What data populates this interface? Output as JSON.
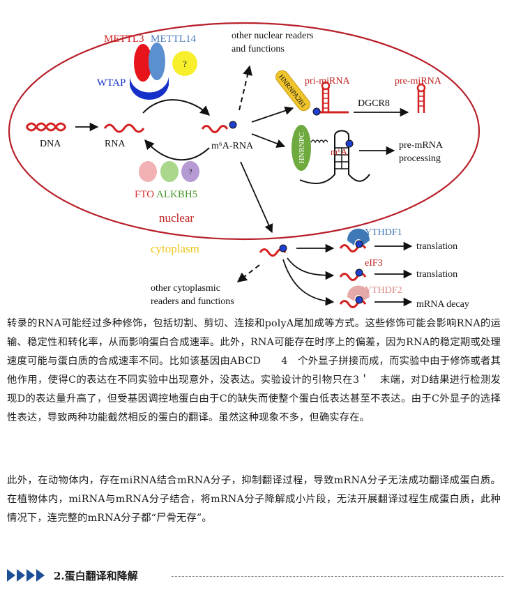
{
  "figure": {
    "labels": {
      "mettl3": "METTL3",
      "mettl14": "METTL14",
      "unknown_writer": "?",
      "wtap": "WTAP",
      "dna": "DNA",
      "rna": "RNA",
      "m6a_rna": "m⁶A-RNA",
      "fto": "FTO",
      "alkbh5": "ALKBH5",
      "unknown_eraser": "?",
      "nuclear": "nuclear",
      "other_nuclear": [
        "other nuclear readers",
        "and functions"
      ],
      "hnrnpa2b1": "HNRNPA2B1",
      "pri_mirna": "pri-miRNA",
      "dgcr8": "DGCR8",
      "pre_mirna": "pre-miRNA",
      "hnrnpc": "HNRNPC",
      "m6a": "m⁶A",
      "pre_mrna": [
        "pre-mRNA",
        "processing"
      ],
      "cytoplasm": "cytoplasm",
      "other_cyto": [
        "other cytoplasmic",
        "readers and functions"
      ],
      "ythdf1": "YTHDF1",
      "translation_1": "translation",
      "eif3": "eIF3",
      "translation_2": "translation",
      "ythdf2": "YTHDF2",
      "mrna_decay": "mRNA decay"
    },
    "colors": {
      "ellipse": "#b8202a",
      "rna_strand": "#d42020",
      "m6a_dot": "#1f3fcf",
      "mettl3": "#e8141c",
      "mettl14": "#5b8fd0",
      "wtap": "#1530c8",
      "unknown_writer": "#f7ef2c",
      "fto": "#f2b1b5",
      "alkbh5": "#a9d78b",
      "unknown_eraser": "#b59ad3",
      "hnrnpa2b1": "#f0c42c",
      "hnrnpc": "#6eaa3f",
      "cytoplasm_label": "#f0c419",
      "ythdf1": "#3f78b6",
      "ythdf2": "#e6a9a9"
    }
  },
  "paragraph1": "转录的RNA可能经过多种修饰，包括切割、剪切、连接和polyA尾加成等方式。这些修饰可能会影响RNA的运输、稳定性和转化率，从而影响蛋白合成速率。此外，RNA可能存在时序上的偏差，因为RNA的稳定期或处理速度可能与蛋白质的合成速率不同。比如该基因由ABCD　　4　个外显子拼接而成，而实验中由于修饰或者其他作用，使得C的表达在不同实验中出现意外，没表达。实验设计的引物只在3＇　末端，对D结果进行检测发现D的表达量升高了，但受基因调控地蛋白由于C的缺失而使整个蛋白低表达甚至不表达。由于C外显子的选择性表达，导致两种功能截然相反的蛋白的翻译。虽然这种现象不多，但确实存在。",
  "paragraph2": "此外，在动物体内，存在miRNA结合mRNA分子，抑制翻译过程，导致mRNA分子无法成功翻译成蛋白质。在植物体内，miRNA与mRNA分子结合，将mRNA分子降解成小片段，无法开展翻译过程生成蛋白质，此种情况下，连完整的mRNA分子都“尸骨无存”。",
  "section_heading": "2.蛋白翻译和降解"
}
